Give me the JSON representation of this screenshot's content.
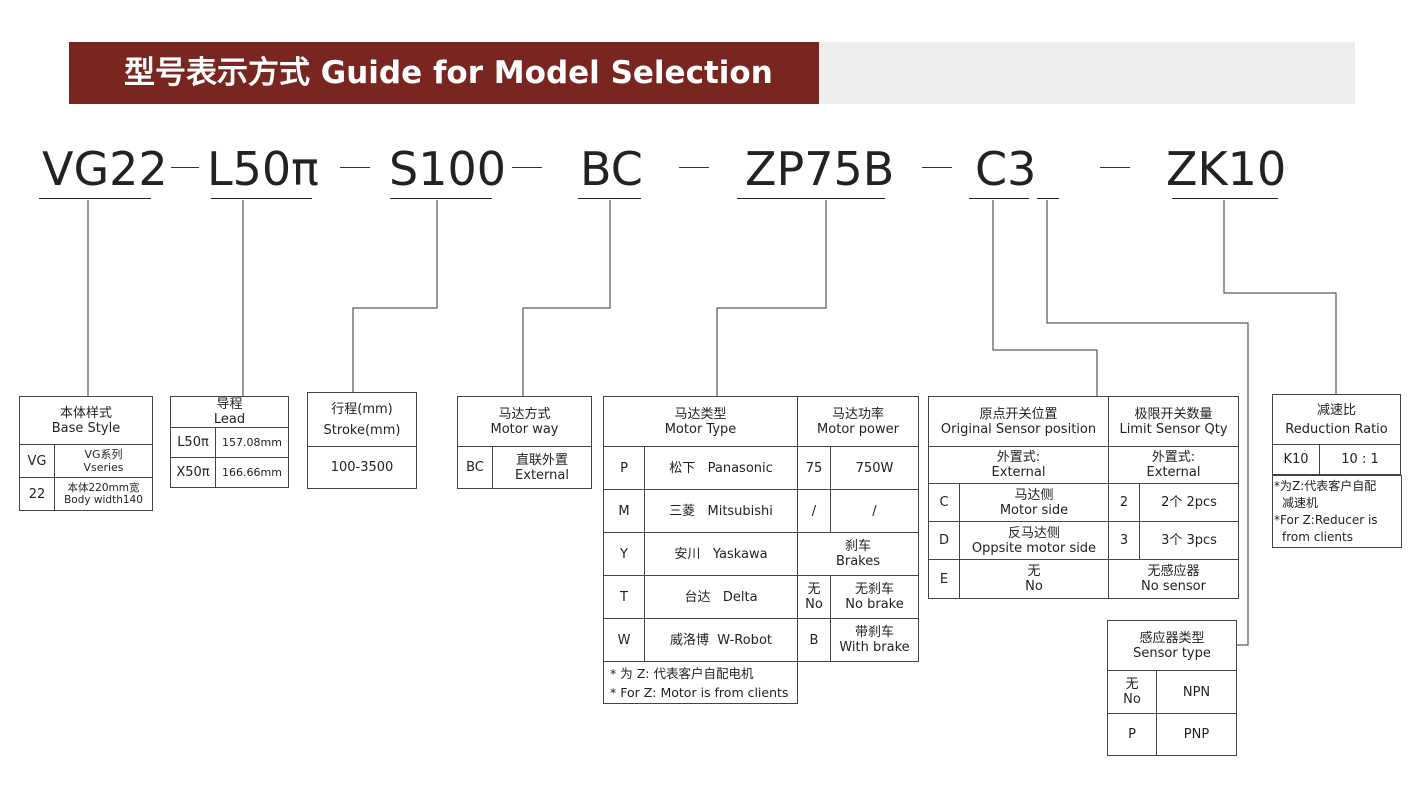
{
  "header": {
    "title": "型号表示方式  Guide for Model Selection"
  },
  "codes": [
    {
      "text": "VG22"
    },
    {
      "text": "L50π"
    },
    {
      "text": "S100"
    },
    {
      "text": "BC"
    },
    {
      "text": "ZP75B"
    },
    {
      "text": "C3"
    },
    {
      "text": "ZK10"
    }
  ],
  "base_style": {
    "title_cn": "本体样式",
    "title_en": "Base Style",
    "rows": [
      {
        "code": "VG",
        "desc_cn": "VG系列",
        "desc_en": "Vseries"
      },
      {
        "code": "22",
        "desc_cn": "本体220mm宽",
        "desc_en": "Body width140"
      }
    ]
  },
  "lead": {
    "title_cn": "导程",
    "title_en": "Lead",
    "rows": [
      {
        "code": "L50π",
        "value": "157.08mm"
      },
      {
        "code": "X50π",
        "value": "166.66mm"
      }
    ]
  },
  "stroke": {
    "title": "行程(mm)",
    "title_en": "Stroke(mm)",
    "range": "100-3500"
  },
  "motor_way": {
    "title_cn": "马达方式",
    "title_en": "Motor way",
    "rows": [
      {
        "code": "BC",
        "desc_cn": "直联外置",
        "desc_en": "External"
      }
    ]
  },
  "motor_type": {
    "title_cn": "马达类型",
    "title_en": "Motor Type",
    "rows": [
      {
        "code": "P",
        "cn": "松下",
        "en": "Panasonic"
      },
      {
        "code": "M",
        "cn": "三菱",
        "en": "Mitsubishi"
      },
      {
        "code": "Y",
        "cn": "安川",
        "en": "Yaskawa"
      },
      {
        "code": "T",
        "cn": "台达",
        "en": "Delta"
      },
      {
        "code": "W",
        "cn": "威洛博",
        "en": "W-Robot"
      }
    ],
    "note_cn": "* 为 Z: 代表客户自配电机",
    "note_en": "* For Z: Motor is from clients"
  },
  "motor_power": {
    "title_cn": "马达功率",
    "title_en": "Motor power",
    "rows": [
      {
        "code": "75",
        "value": "750W"
      },
      {
        "code": "/",
        "value": "/"
      }
    ],
    "brake_title_cn": "刹车",
    "brake_title_en": "Brakes",
    "brake_rows": [
      {
        "code_cn": "无",
        "code_en": "No",
        "cn": "无刹车",
        "en": "No brake"
      },
      {
        "code_cn": "B",
        "code_en": "",
        "cn": "带刹车",
        "en": "With brake"
      }
    ]
  },
  "origin_sensor": {
    "title_cn": "原点开关位置",
    "title_en": "Original Sensor position",
    "sub_cn": "外置式:",
    "sub_en": "External",
    "rows": [
      {
        "code": "C",
        "cn": "马达侧",
        "en": "Motor side"
      },
      {
        "code": "D",
        "cn": "反马达侧",
        "en": "Oppsite motor side"
      },
      {
        "code": "E",
        "cn": "无",
        "en": "No"
      }
    ]
  },
  "limit_sensor": {
    "title_cn": "极限开关数量",
    "title_en": "Limit Sensor Qty",
    "sub_cn": "外置式:",
    "sub_en": "External",
    "rows": [
      {
        "code": "2",
        "value": "2个  2pcs"
      },
      {
        "code": "3",
        "value": "3个  3pcs"
      }
    ],
    "none_cn": "无感应器",
    "none_en": "No sensor"
  },
  "sensor_type": {
    "title_cn": "感应器类型",
    "title_en": "Sensor type",
    "rows": [
      {
        "code_cn": "无",
        "code_en": "No",
        "value": "NPN"
      },
      {
        "code_cn": "P",
        "code_en": "",
        "value": "PNP"
      }
    ]
  },
  "reduction": {
    "title_cn": "减速比",
    "title_en": "Reduction Ratio",
    "rows": [
      {
        "code": "K10",
        "value": "10 : 1"
      }
    ],
    "note_cn_1": "*为Z:代表客户自配",
    "note_cn_2": "减速机",
    "note_en_1": "*For Z:Reducer is",
    "note_en_2": "from clients"
  }
}
